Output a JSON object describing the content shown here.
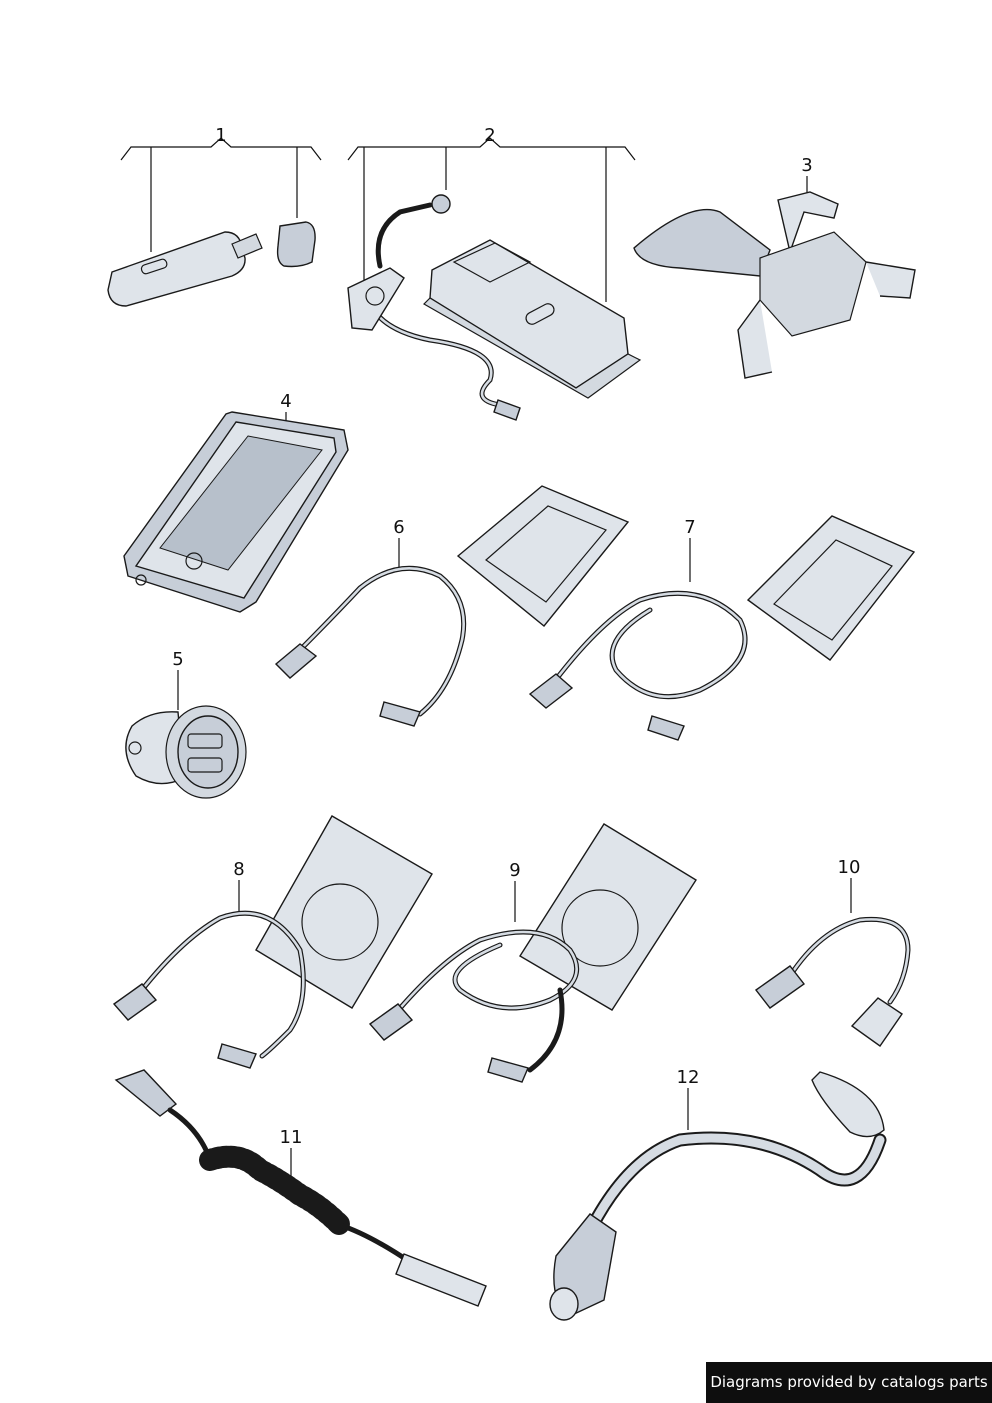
{
  "callouts": [
    {
      "id": "1",
      "label": "1"
    },
    {
      "id": "2",
      "label": "2"
    },
    {
      "id": "3",
      "label": "3"
    },
    {
      "id": "4",
      "label": "4"
    },
    {
      "id": "5",
      "label": "5"
    },
    {
      "id": "6",
      "label": "6"
    },
    {
      "id": "7",
      "label": "7"
    },
    {
      "id": "8",
      "label": "8"
    },
    {
      "id": "9",
      "label": "9"
    },
    {
      "id": "10",
      "label": "10"
    },
    {
      "id": "11",
      "label": "11"
    },
    {
      "id": "12",
      "label": "12"
    }
  ],
  "watermark": {
    "text": "Diagrams provided by catalogs parts"
  },
  "colors": {
    "line": "#1a1a1a",
    "part_fill": "#dfe4ea",
    "watermark_bg": "#0e0e0e"
  }
}
